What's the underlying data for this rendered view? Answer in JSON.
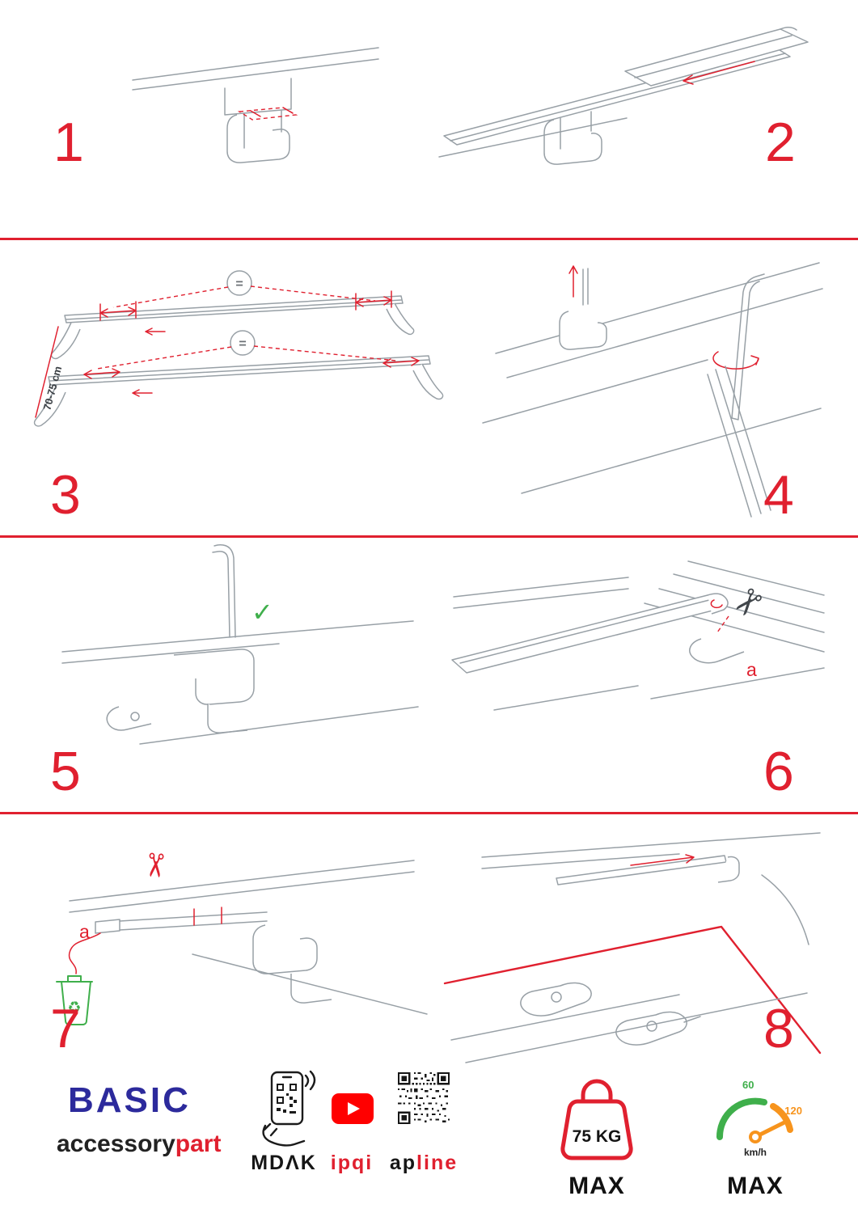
{
  "colors": {
    "accent_red": "#e0202f",
    "brand_blue": "#2c2a9c",
    "green": "#3faf4b",
    "orange": "#f7941d",
    "youtube_red": "#ff0000",
    "line_gray": "#98a0a6",
    "dark": "#1b1b1b"
  },
  "steps": [
    {
      "number": "1"
    },
    {
      "number": "2"
    },
    {
      "number": "3"
    },
    {
      "number": "4"
    },
    {
      "number": "5"
    },
    {
      "number": "6"
    },
    {
      "number": "7"
    },
    {
      "number": "8"
    }
  ],
  "annotations": {
    "equals": "=",
    "dimension": "70-75 cm",
    "label_a": "a"
  },
  "icons": {
    "scissors": "✂",
    "checkmark": "✓",
    "recycle": "♻"
  },
  "footer": {
    "brand_title": "BASIC",
    "brand_sub_dark": "accessory",
    "brand_sub_red": "part",
    "logo_mdak": "MDΛK",
    "logo_ipqi": "ipqi",
    "logo_apline_dark": "ap",
    "logo_apline_red": "line",
    "weight_value": "75 KG",
    "weight_max_label": "MAX",
    "speed_low": "60",
    "speed_high": "120",
    "speed_unit": "km/h",
    "speed_max_label": "MAX"
  }
}
